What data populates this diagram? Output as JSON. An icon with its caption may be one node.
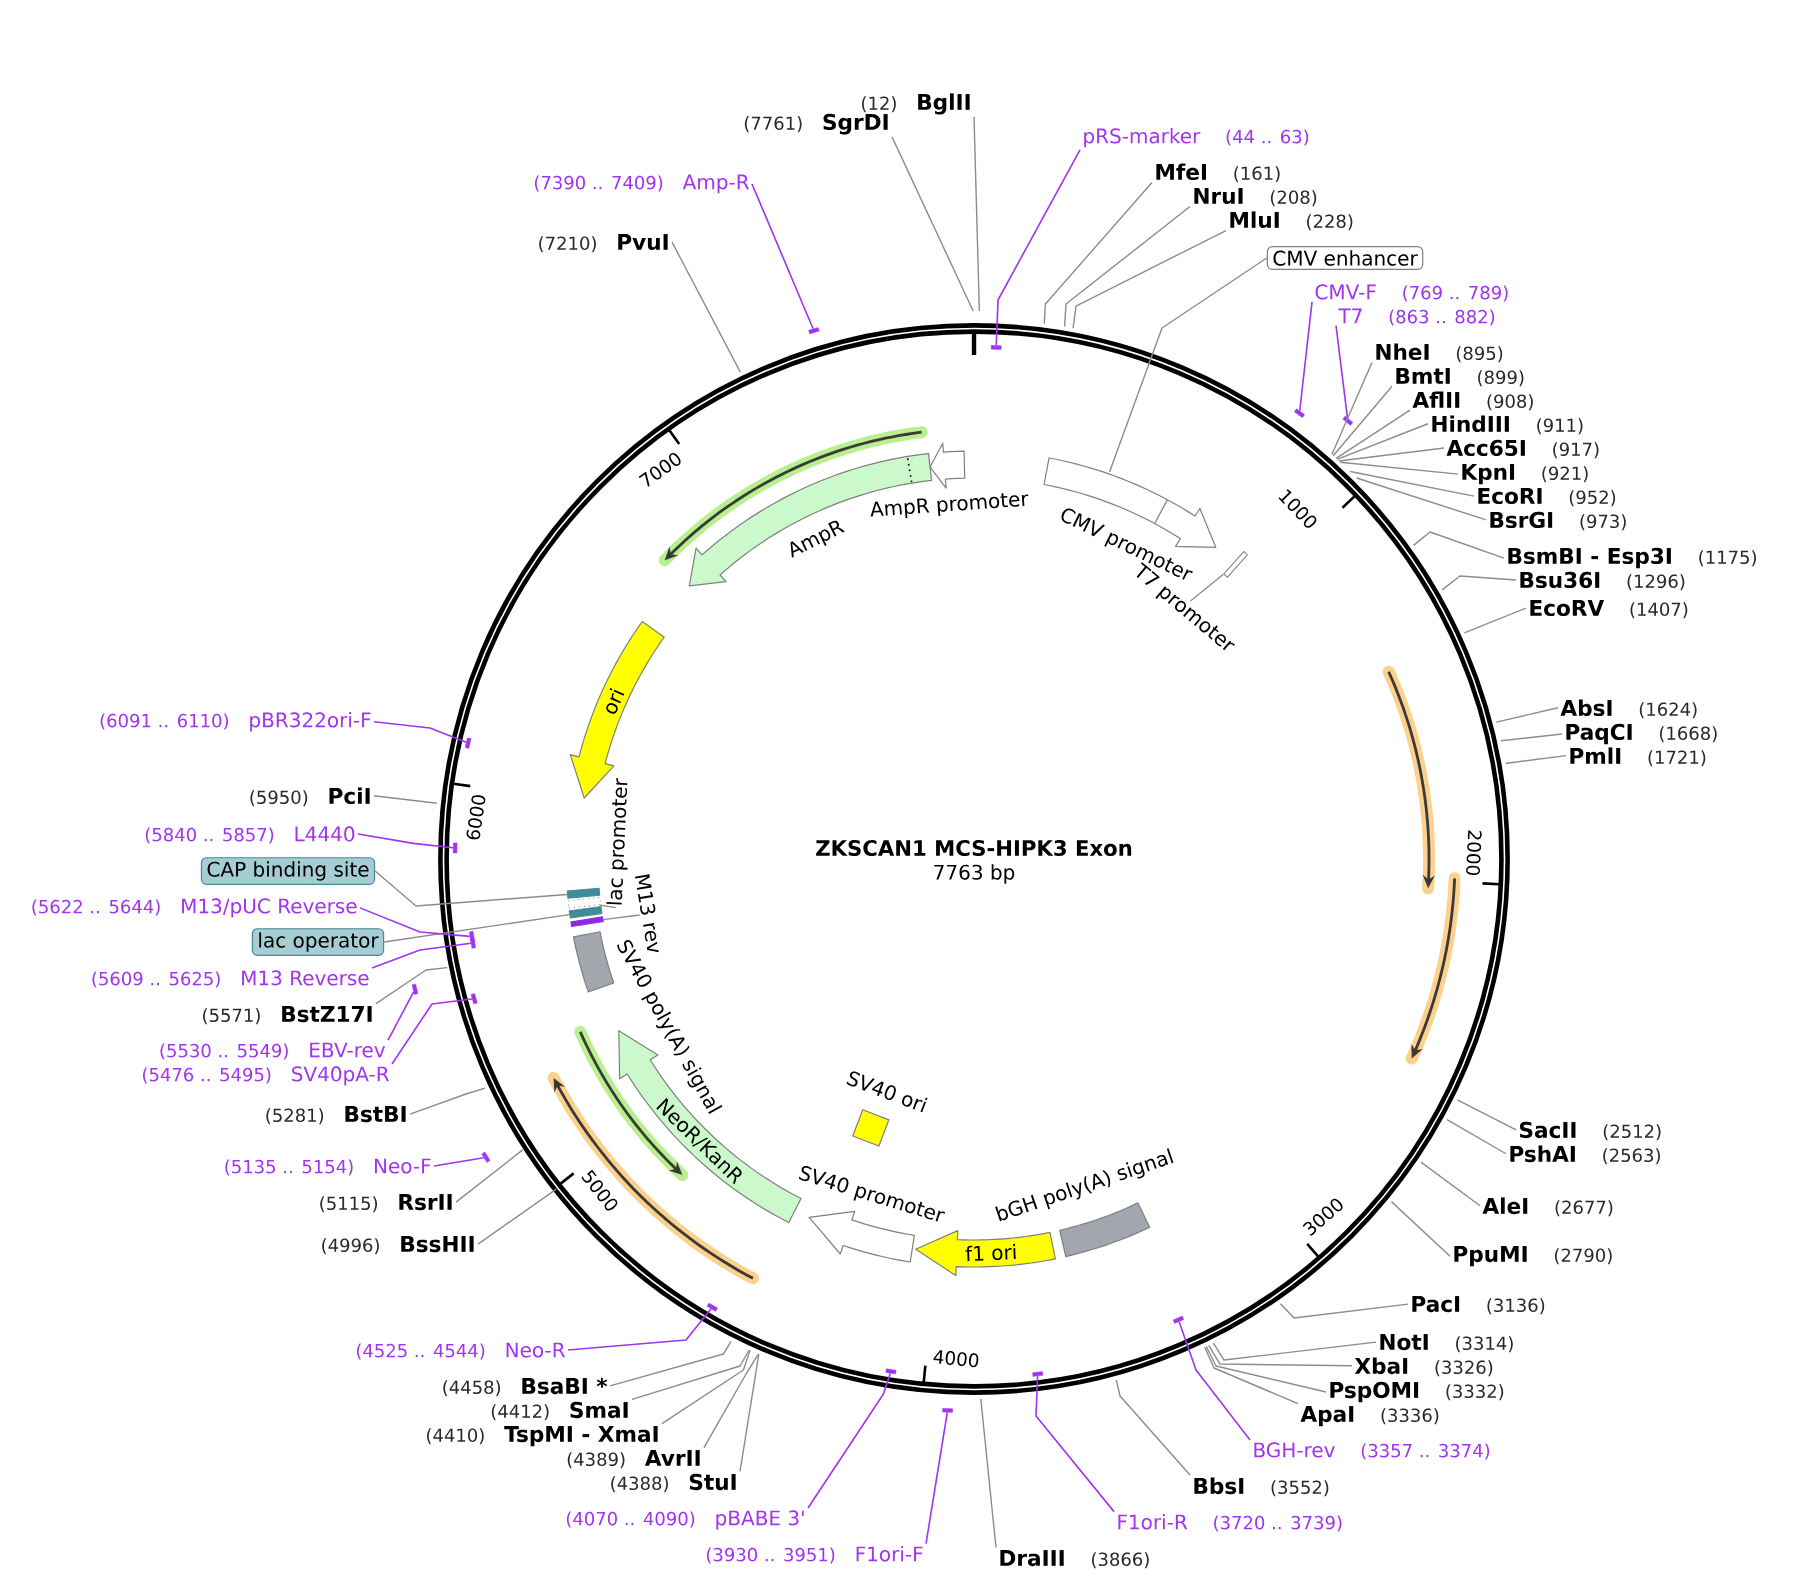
{
  "diagram": {
    "title": "ZKSCAN1 MCS-HIPK3 Exon",
    "nodes": [
      {
        "text": [
          "BglII"
        ],
        "beside": [
          "(12)"
        ]
      },
      {
        "text": [
          "pRS-marker"
        ],
        "beside": [
          "(44 .. 63)"
        ]
      },
      {
        "text": [
          "MfeI"
        ],
        "beside": [
          "(161)"
        ]
      },
      {
        "text": [
          "NruI"
        ],
        "beside": [
          "(208)"
        ]
      },
      {
        "text": [
          "MluI"
        ],
        "beside": [
          "(228)"
        ]
      },
      {
        "text": [
          "CMV enhancer"
        ]
      },
      {
        "text": [
          "CMV-F"
        ],
        "beside": [
          "(769 .. 789)"
        ]
      },
      {
        "text": [
          "T7"
        ],
        "beside": [
          "(863 .. 882)"
        ]
      },
      {
        "text": [
          "NheI"
        ],
        "beside": [
          "(895)"
        ]
      },
      {
        "text": [
          "BmtI"
        ],
        "beside": [
          "(899)"
        ]
      },
      {
        "text": [
          "AflII"
        ],
        "beside": [
          "(908)"
        ]
      },
      {
        "text": [
          "HindIII"
        ],
        "beside": [
          "(911)"
        ]
      },
      {
        "text": [
          "Acc65I"
        ],
        "beside": [
          "(917)"
        ]
      },
      {
        "text": [
          "KpnI"
        ],
        "beside": [
          "(921)"
        ]
      },
      {
        "text": [
          "EcoRI"
        ],
        "beside": [
          "(952)"
        ]
      },
      {
        "text": [
          "BsrGI"
        ],
        "beside": [
          "(973)"
        ]
      },
      {
        "text": [
          "BsmBI - Esp3I"
        ],
        "beside": [
          "(1175)"
        ]
      },
      {
        "text": [
          "Bsu36I"
        ],
        "beside": [
          "(1296)"
        ]
      },
      {
        "text": [
          "EcoRV"
        ],
        "beside": [
          "(1407)"
        ]
      },
      {
        "text": [
          "AbsI"
        ],
        "beside": [
          "(1624)"
        ]
      },
      {
        "text": [
          "PaqCI"
        ],
        "beside": [
          "(1668)"
        ]
      },
      {
        "text": [
          "PmlI"
        ],
        "beside": [
          "(1721)"
        ]
      },
      {
        "text": [
          "SacII"
        ],
        "beside": [
          "(2512)"
        ]
      },
      {
        "text": [
          "PshAI"
        ],
        "beside": [
          "(2563)"
        ]
      },
      {
        "text": [
          "AleI"
        ],
        "beside": [
          "(2677)"
        ]
      },
      {
        "text": [
          "PpuMI"
        ],
        "beside": [
          "(2790)"
        ]
      },
      {
        "text": [
          "PacI"
        ],
        "beside": [
          "(3136)"
        ]
      },
      {
        "text": [
          "NotI"
        ],
        "beside": [
          "(3314)"
        ]
      },
      {
        "text": [
          "XbaI"
        ],
        "beside": [
          "(3326)"
        ]
      },
      {
        "text": [
          "PspOMI"
        ],
        "beside": [
          "(3332)"
        ]
      },
      {
        "text": [
          "ApaI"
        ],
        "beside": [
          "(3336)"
        ]
      },
      {
        "text": [
          "BGH-rev"
        ],
        "beside": [
          "(3357 .. 3374)"
        ]
      },
      {
        "text": [
          "BbsI"
        ],
        "beside": [
          "(3552)"
        ]
      },
      {
        "text": [
          "F1ori-R"
        ],
        "beside": [
          "(3720 .. 3739)"
        ]
      },
      {
        "text": [
          "DraIII"
        ],
        "beside": [
          "(3866)"
        ]
      },
      {
        "text": [
          "F1ori-F"
        ],
        "beside": [
          "(3930 .. 3951)"
        ]
      },
      {
        "text": [
          "pBABE 3'"
        ],
        "beside": [
          "(4070 .. 4090)"
        ]
      },
      {
        "text": [
          "StuI"
        ],
        "beside": [
          "(4388)"
        ]
      },
      {
        "text": [
          "AvrII"
        ],
        "beside": [
          "(4389)"
        ]
      },
      {
        "text": [
          "TspMI - XmaI"
        ],
        "beside": [
          "(4410)"
        ]
      },
      {
        "text": [
          "SmaI"
        ],
        "beside": [
          "(4412)"
        ]
      },
      {
        "text": [
          "BsaBI *"
        ],
        "beside": [
          "(4458)"
        ]
      },
      {
        "text": [
          "Neo-R"
        ],
        "beside": [
          "(4525 .. 4544)"
        ]
      },
      {
        "text": [
          "BssHII"
        ],
        "beside": [
          "(4996)"
        ]
      },
      {
        "text": [
          "RsrII"
        ],
        "beside": [
          "(5115)"
        ]
      },
      {
        "text": [
          "Neo-F"
        ],
        "beside": [
          "(5135 .. 5154)"
        ]
      },
      {
        "text": [
          "BstBI"
        ],
        "beside": [
          "(5281)"
        ]
      },
      {
        "text": [
          "SV40pA-R"
        ],
        "beside": [
          "(5476 .. 5495)"
        ]
      },
      {
        "text": [
          "EBV-rev"
        ],
        "beside": [
          "(5530 .. 5549)"
        ]
      },
      {
        "text": [
          "BstZ17I"
        ],
        "beside": [
          "(5571)"
        ]
      },
      {
        "text": [
          "M13 Reverse"
        ],
        "beside": [
          "(5609 .. 5625)"
        ]
      },
      {
        "text": [
          "lac operator"
        ]
      },
      {
        "text": [
          "M13/pUC Reverse"
        ],
        "beside": [
          "(5622 .. 5644)"
        ]
      },
      {
        "text": [
          "CAP binding site"
        ]
      },
      {
        "text": [
          "L4440"
        ],
        "beside": [
          "(5840 .. 5857)"
        ]
      },
      {
        "text": [
          "PciI"
        ],
        "beside": [
          "(5950)"
        ]
      },
      {
        "text": [
          "pBR322ori-F"
        ],
        "beside": [
          "(6091 .. 6110)"
        ]
      },
      {
        "text": [
          "PvuI"
        ],
        "beside": [
          "(7210)"
        ]
      },
      {
        "text": [
          "Amp-R"
        ],
        "beside": [
          "(7390 .. 7409)"
        ]
      },
      {
        "text": [
          "SgrDI"
        ],
        "beside": [
          "(7761)"
        ]
      },
      {
        "text": [
          "CMV promoter"
        ]
      },
      {
        "text": [
          "T7 promoter"
        ]
      },
      {
        "text": [
          "bGH poly(A) signal"
        ]
      },
      {
        "text": [
          "f1 ori"
        ]
      },
      {
        "text": [
          "SV40 promoter"
        ]
      },
      {
        "text": [
          "SV40 ori"
        ]
      },
      {
        "text": [
          "NeoR/KanR"
        ]
      },
      {
        "text": [
          "SV40 poly(A) signal"
        ]
      },
      {
        "text": [
          "M13 rev"
        ]
      },
      {
        "text": [
          "lac promoter"
        ]
      },
      {
        "text": [
          "ori"
        ]
      },
      {
        "text": [
          "AmpR"
        ]
      },
      {
        "text": [
          "AmpR promoter"
        ]
      },
      {
        "text": [],
        "shape": "bar"
      },
      {
        "text": [],
        "shape": "bar"
      },
      {
        "text": [],
        "shape": "bar"
      },
      {
        "text": [],
        "shape": "bar"
      },
      {
        "text": [],
        "shape": "bar"
      },
      {
        "text": [],
        "shape": "bar"
      },
      {
        "text": [],
        "shape": "bar"
      },
      {
        "text": [],
        "shape": "box"
      },
      {
        "text": [],
        "shape": "box"
      },
      {
        "text": [],
        "shape": "box"
      },
      {
        "text": [],
        "shape": "bar"
      },
      {
        "text": [],
        "shape": "bar"
      },
      {
        "text": [],
        "shape": "bar"
      },
      {
        "text": [],
        "shape": "bar"
      },
      {
        "text": [],
        "shape": "bar"
      },
      {
        "text": [],
        "shape": "bar"
      },
      {
        "text": [],
        "shape": "bar"
      },
      {
        "text": [],
        "shape": "bar"
      },
      {
        "text": [],
        "shape": "bar"
      },
      {
        "text": [],
        "shape": "bar"
      },
      {
        "text": [],
        "shape": "bar"
      }
    ],
    "edges": [
      {
        "from": 0,
        "to": null,
        "arrow": "none"
      },
      {
        "from": 1,
        "to": 74,
        "arrow": "none",
        "color": "#a034f0"
      },
      {
        "from": 2,
        "to": null,
        "arrow": "none"
      },
      {
        "from": 3,
        "to": null,
        "arrow": "none"
      },
      {
        "from": 4,
        "to": null,
        "arrow": "none"
      },
      {
        "from": 5,
        "to": 60,
        "arrow": "none"
      },
      {
        "from": 6,
        "to": 75,
        "arrow": "none",
        "color": "#a034f0"
      },
      {
        "from": 7,
        "to": 76,
        "arrow": "none",
        "color": "#a034f0"
      },
      {
        "from": 8,
        "to": null,
        "arrow": "none"
      },
      {
        "from": 9,
        "to": null,
        "arrow": "none"
      },
      {
        "from": 10,
        "to": null,
        "arrow": "none"
      },
      {
        "from": 11,
        "to": null,
        "arrow": "none"
      },
      {
        "from": 12,
        "to": null,
        "arrow": "none"
      },
      {
        "from": 13,
        "to": null,
        "arrow": "none"
      },
      {
        "from": 14,
        "to": null,
        "arrow": "none"
      },
      {
        "from": 15,
        "to": null,
        "arrow": "none"
      },
      {
        "from": 16,
        "to": null,
        "arrow": "none"
      },
      {
        "from": 17,
        "to": null,
        "arrow": "none"
      },
      {
        "from": 18,
        "to": null,
        "arrow": "none"
      },
      {
        "from": 19,
        "to": null,
        "arrow": "none"
      },
      {
        "from": 20,
        "to": null,
        "arrow": "none"
      },
      {
        "from": 21,
        "to": null,
        "arrow": "none"
      },
      {
        "from": 22,
        "to": null,
        "arrow": "none"
      },
      {
        "from": 23,
        "to": null,
        "arrow": "none"
      },
      {
        "from": 24,
        "to": null,
        "arrow": "none"
      },
      {
        "from": 25,
        "to": null,
        "arrow": "none"
      },
      {
        "from": 26,
        "to": null,
        "arrow": "none"
      },
      {
        "from": 27,
        "to": null,
        "arrow": "none"
      },
      {
        "from": 28,
        "to": null,
        "arrow": "none"
      },
      {
        "from": 29,
        "to": null,
        "arrow": "none"
      },
      {
        "from": 30,
        "to": null,
        "arrow": "none"
      },
      {
        "from": 31,
        "to": 90,
        "arrow": "none",
        "color": "#a034f0"
      },
      {
        "from": 32,
        "to": null,
        "arrow": "none"
      },
      {
        "from": 33,
        "to": 92,
        "arrow": "none",
        "color": "#a034f0"
      },
      {
        "from": 34,
        "to": null,
        "arrow": "none"
      },
      {
        "from": 35,
        "to": 93,
        "arrow": "none",
        "color": "#a034f0"
      },
      {
        "from": 36,
        "to": 91,
        "arrow": "none",
        "color": "#a034f0"
      },
      {
        "from": 37,
        "to": null,
        "arrow": "none"
      },
      {
        "from": 38,
        "to": null,
        "arrow": "none"
      },
      {
        "from": 39,
        "to": null,
        "arrow": "none"
      },
      {
        "from": 40,
        "to": null,
        "arrow": "none"
      },
      {
        "from": 41,
        "to": null,
        "arrow": "none"
      },
      {
        "from": 42,
        "to": 89,
        "arrow": "none",
        "color": "#a034f0"
      },
      {
        "from": 43,
        "to": null,
        "arrow": "none"
      },
      {
        "from": 44,
        "to": null,
        "arrow": "none"
      },
      {
        "from": 45,
        "to": 88,
        "arrow": "none",
        "color": "#a034f0"
      },
      {
        "from": 46,
        "to": null,
        "arrow": "none"
      },
      {
        "from": 47,
        "to": 87,
        "arrow": "none",
        "color": "#a034f0"
      },
      {
        "from": 48,
        "to": 86,
        "arrow": "none",
        "color": "#a034f0"
      },
      {
        "from": 49,
        "to": null,
        "arrow": "none"
      },
      {
        "from": 50,
        "to": 85,
        "arrow": "none",
        "color": "#a034f0"
      },
      {
        "from": 51,
        "to": 82,
        "arrow": "none"
      },
      {
        "from": 52,
        "to": 84,
        "arrow": "none",
        "color": "#a034f0"
      },
      {
        "from": 53,
        "to": 80,
        "arrow": "none"
      },
      {
        "from": 54,
        "to": 79,
        "arrow": "none",
        "color": "#a034f0"
      },
      {
        "from": 55,
        "to": null,
        "arrow": "none"
      },
      {
        "from": 56,
        "to": 78,
        "arrow": "none",
        "color": "#a034f0"
      },
      {
        "from": 57,
        "to": null,
        "arrow": "none"
      },
      {
        "from": 58,
        "to": 73,
        "arrow": "none",
        "color": "#a034f0"
      },
      {
        "from": 59,
        "to": null,
        "arrow": "none"
      },
      {
        "from": 61,
        "to": 77,
        "arrow": "none"
      },
      {
        "from": 69,
        "to": 81,
        "arrow": "none"
      },
      {
        "from": 68,
        "to": 83,
        "arrow": "none"
      }
    ],
    "labels": [
      "7763 bp",
      "1000",
      "2000",
      "3000",
      "4000",
      "5000",
      "6000",
      "7000"
    ]
  }
}
